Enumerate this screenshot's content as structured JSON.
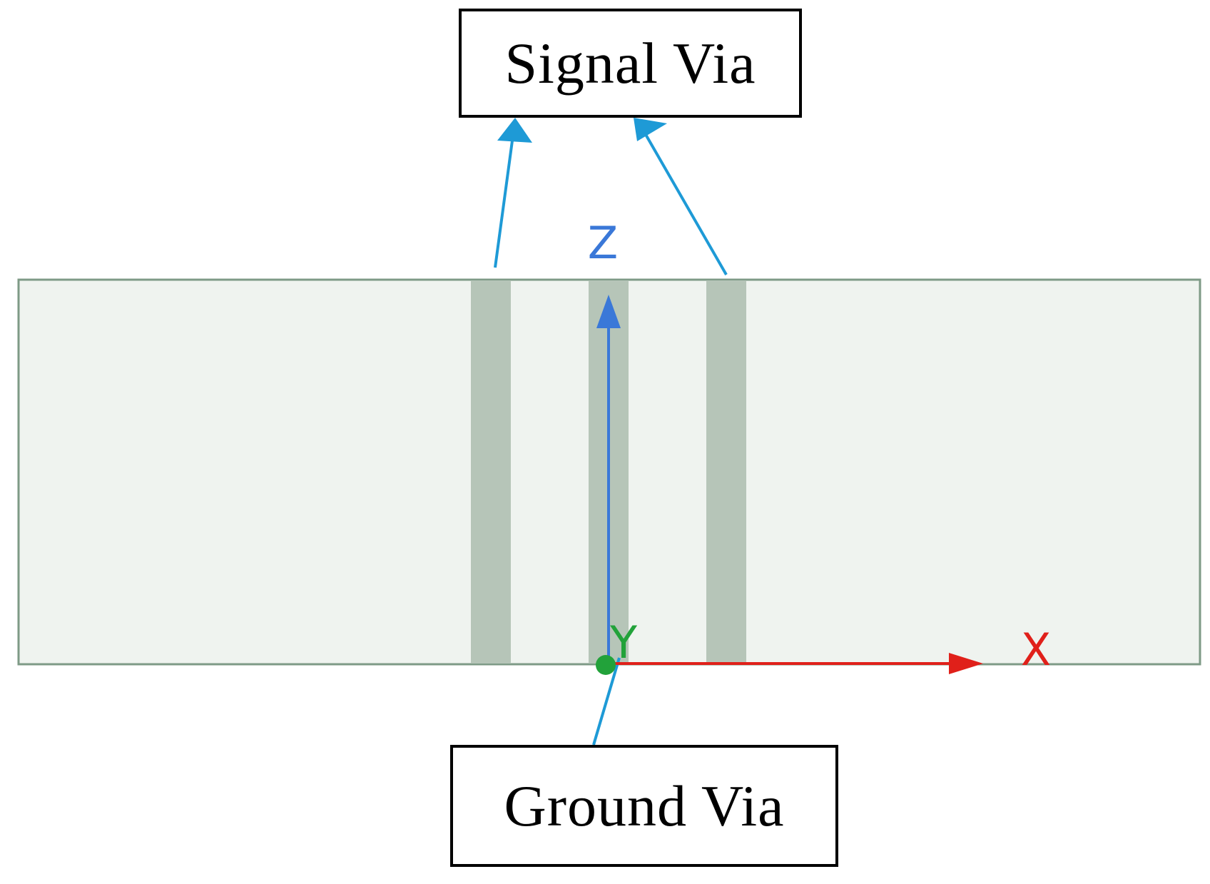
{
  "labels": {
    "signal_via": "Signal Via",
    "ground_via": "Ground Via"
  },
  "axes": {
    "z": "Z",
    "x": "X",
    "y": "Y"
  },
  "colors": {
    "substrate_fill": "#eff3ef",
    "substrate_stroke": "#7e9a86",
    "via_fill": "#b6c5b8",
    "callout_arrow": "#1e9ad6",
    "z_axis": "#3a78d8",
    "x_axis": "#e0201a",
    "y_axis": "#22a23a"
  }
}
